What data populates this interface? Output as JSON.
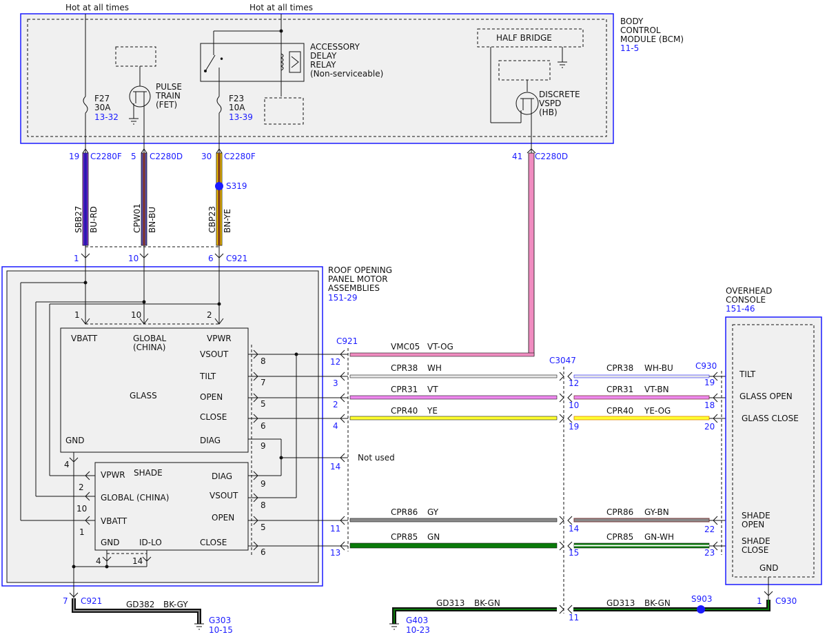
{
  "power": {
    "hot1": "Hot at all times",
    "hot2": "Hot at all times"
  },
  "bcm": {
    "name_lines": [
      "BODY",
      "CONTROL",
      "MODULE (BCM)"
    ],
    "ref": "11-5",
    "half_bridge": "HALF BRIDGE",
    "pulse_train": [
      "PULSE",
      "TRAIN",
      "(FET)"
    ],
    "discrete": [
      "DISCRETE",
      "VSPD",
      "(HB)"
    ],
    "relay": [
      "ACCESSORY",
      "DELAY",
      "RELAY",
      "(Non-serviceable)"
    ],
    "f27": {
      "name": "F27",
      "amps": "30A",
      "ref": "13-32"
    },
    "f23": {
      "name": "F23",
      "amps": "10A",
      "ref": "13-39"
    }
  },
  "top_connectors": {
    "p19": "19",
    "p5": "5",
    "p30": "30",
    "p41": "41",
    "c2280f_a": "C2280F",
    "c2280d_a": "C2280D",
    "c2280f_b": "C2280F",
    "c2280d_b": "C2280D",
    "s319": "S319"
  },
  "top_wires": {
    "w1_circuit": "SBB27",
    "w1_color": "BU-RD",
    "w2_circuit": "CPW01",
    "w2_color": "BN-BU",
    "w3_circuit": "CBP23",
    "w3_color": "BN-YE"
  },
  "c921_top": {
    "p1": "1",
    "p10": "10",
    "p6": "6",
    "name": "C921"
  },
  "roof": {
    "name_lines": [
      "ROOF OPENING",
      "PANEL MOTOR",
      "ASSEMBLIES"
    ],
    "ref": "151-29",
    "glass": {
      "vbatt": "VBATT",
      "global": "GLOBAL",
      "china": "(CHINA)",
      "vpwr": "VPWR",
      "vsout": "VSOUT",
      "tilt": "TILT",
      "open": "OPEN",
      "close": "CLOSE",
      "label": "GLASS",
      "gnd": "GND",
      "diag": "DIAG",
      "pin1": "1",
      "pin10": "10",
      "pin2": "2"
    },
    "shade": {
      "vpwr": "VPWR",
      "label": "SHADE",
      "global": "GLOBAL (CHINA)",
      "vbatt": "VBATT",
      "gnd": "GND",
      "idlo": "ID-LO",
      "diag": "DIAG",
      "vsout": "VSOUT",
      "open": "OPEN",
      "close": "CLOSE"
    },
    "inner_pins": {
      "p8a": "8",
      "p7": "7",
      "p5a": "5",
      "p6a": "6",
      "p9a": "9",
      "p9b": "9",
      "p8b": "8",
      "p5b": "5",
      "p6b": "6",
      "p4a": "4",
      "p2": "2",
      "p10": "10",
      "p1": "1",
      "p4b": "4",
      "p14": "14"
    }
  },
  "c921_right": {
    "name": "C921",
    "p12": "12",
    "p3": "3",
    "p2": "2",
    "p4": "4",
    "p14": "14",
    "p11": "11",
    "p13": "13",
    "not_used": "Not used"
  },
  "mid_wires": [
    {
      "circuit": "VMC05",
      "color": "VT-OG"
    },
    {
      "circuit": "CPR38",
      "color": "WH"
    },
    {
      "circuit": "CPR31",
      "color": "VT"
    },
    {
      "circuit": "CPR40",
      "color": "YE"
    },
    {
      "circuit": "CPR86",
      "color": "GY"
    },
    {
      "circuit": "CPR85",
      "color": "GN"
    }
  ],
  "c3047": {
    "name": "C3047",
    "p12": "12",
    "p10": "10",
    "p19": "19",
    "p14": "14",
    "p15": "15",
    "p11": "11"
  },
  "right_wires": [
    {
      "circuit": "CPR38",
      "color": "WH-BU"
    },
    {
      "circuit": "CPR31",
      "color": "VT-BN"
    },
    {
      "circuit": "CPR40",
      "color": "YE-OG"
    },
    {
      "circuit": "CPR86",
      "color": "GY-BN"
    },
    {
      "circuit": "CPR85",
      "color": "GN-WH"
    }
  ],
  "c930": {
    "name": "C930",
    "p19": "19",
    "p18": "18",
    "p20": "20",
    "p22": "22",
    "p23": "23",
    "p1": "1",
    "name2": "C930"
  },
  "overhead": {
    "name_lines": [
      "OVERHEAD",
      "CONSOLE"
    ],
    "ref": "151-46",
    "tilt": "TILT",
    "glass_open": "GLASS OPEN",
    "glass_close": "GLASS CLOSE",
    "shade_open": [
      "SHADE",
      "OPEN"
    ],
    "shade_close": [
      "SHADE",
      "CLOSE"
    ],
    "gnd": "GND"
  },
  "ground_left": {
    "p7": "7",
    "c921": "C921",
    "circuit": "GD382",
    "color": "BK-GY",
    "g": "G303",
    "ref": "10-15"
  },
  "ground_right": {
    "g": "G403",
    "ref": "10-23",
    "circuit1": "GD313",
    "color1": "BK-GN",
    "p11": "11",
    "circuit2": "GD313",
    "color2": "BK-GN",
    "s903": "S903"
  },
  "colors": {
    "outline_blue": "#1a1aff",
    "module_fill": "#f0f0f0",
    "bu_rd": [
      "#2a1ab0",
      "#7a2fd0"
    ],
    "bn_bu": [
      "#7a3a3a",
      "#5050c0"
    ],
    "bn_ye": [
      "#8a4a1a",
      "#ffd000"
    ],
    "vt_og": "#f08cc0",
    "wh": "#e8e8e8",
    "vt": "#ee88ee",
    "ye": "#ffff30",
    "gy": "#8a8a8a",
    "gn": "#0a7a0a",
    "bk": "#111111"
  }
}
